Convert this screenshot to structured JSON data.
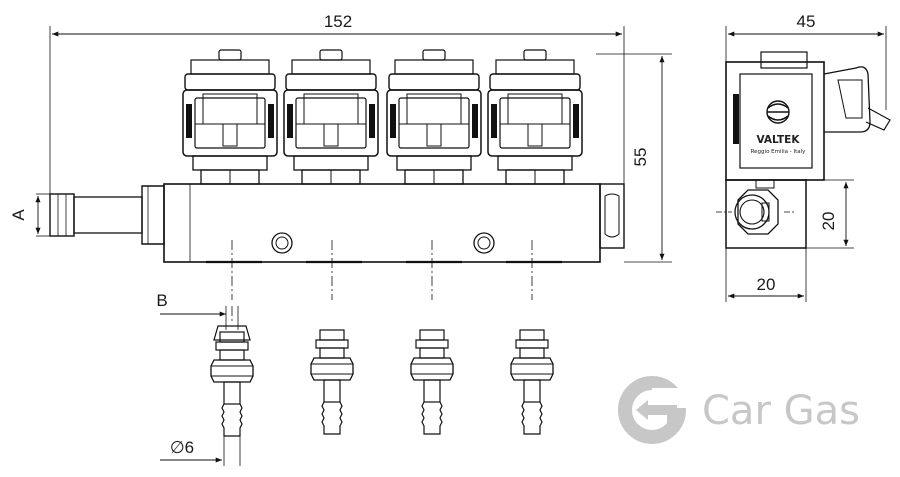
{
  "dimensions": {
    "overall_length": "152",
    "height": "55",
    "side_width": "45",
    "side_height": "20",
    "side_base": "20",
    "inlet": "A",
    "outlet_thread": "B",
    "outlet_diameter": "∅6"
  },
  "brand": {
    "name": "VALTEK",
    "origin": "Reggio Emilia - Italy"
  },
  "watermark": {
    "text": "Car Gas",
    "color": "#c7c7c7"
  },
  "colors": {
    "line": "#111111",
    "watermark": "#c7c7c7"
  },
  "injector_count": 4,
  "nozzle_count": 4
}
